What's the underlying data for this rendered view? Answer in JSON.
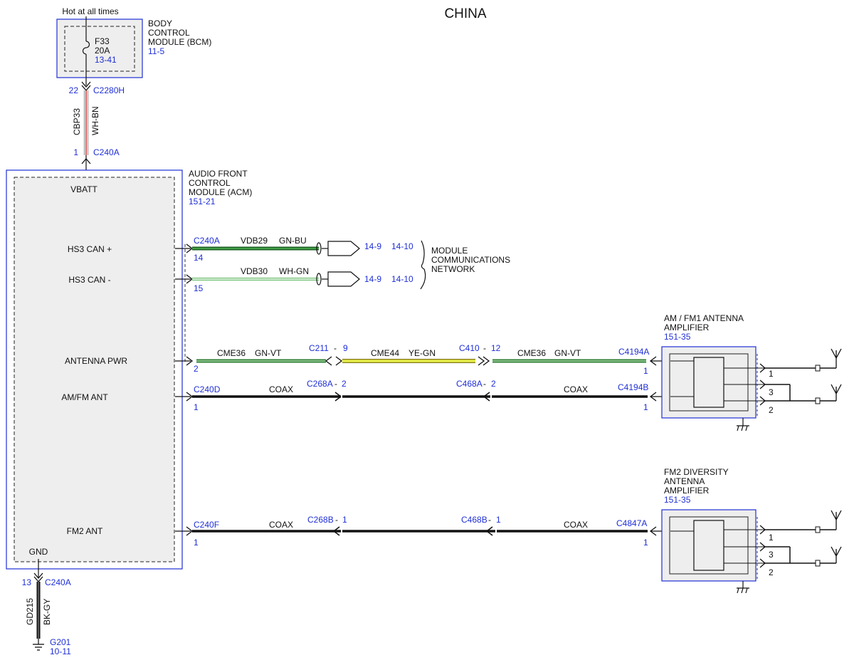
{
  "title": "CHINA",
  "top": {
    "hot_label": "Hot at all times",
    "bcm": {
      "name_lines": [
        "BODY",
        "CONTROL",
        "MODULE (BCM)"
      ],
      "ref": "11-5"
    },
    "fuse": {
      "id": "F33",
      "rating": "20A",
      "ref": "13-41"
    },
    "conn_top": {
      "pin": "22",
      "id": "C2280H"
    },
    "wire": {
      "circuit": "CBP33",
      "color": "WH-BN"
    },
    "conn_bottom": {
      "pin": "1",
      "id": "C240A"
    }
  },
  "acm": {
    "name_lines": [
      "AUDIO FRONT",
      "CONTROL",
      "MODULE (ACM)"
    ],
    "ref": "151-21",
    "pins": {
      "vbatt": "VBATT",
      "hs3_can_plus": "HS3 CAN +",
      "hs3_can_minus": "HS3 CAN -",
      "antenna_pwr": "ANTENNA PWR",
      "amfm_ant": "AM/FM ANT",
      "fm2_ant": "FM2 ANT",
      "gnd": "GND"
    }
  },
  "can": {
    "connector": "C240A",
    "plus": {
      "pin": "14",
      "circuit": "VDB29",
      "color": "GN-BU",
      "ref_a": "14-9",
      "ref_b": "14-10",
      "wire_hex": "#2e7d32"
    },
    "minus": {
      "pin": "15",
      "circuit": "VDB30",
      "color": "WH-GN",
      "ref_a": "14-9",
      "ref_b": "14-10",
      "wire_hex": "#5cb85c"
    },
    "network_lines": [
      "MODULE",
      "COMMUNICATIONS",
      "NETWORK"
    ]
  },
  "antenna_pwr": {
    "start": {
      "id": "C240A",
      "pin": "2"
    },
    "seg1": {
      "circuit": "CME36",
      "color": "GN-VT"
    },
    "inline1": {
      "id": "C211",
      "dash": "-",
      "pin": "9"
    },
    "seg2": {
      "circuit": "CME44",
      "color": "YE-GN"
    },
    "inline2": {
      "id": "C410",
      "dash": "-",
      "pin": "12"
    },
    "seg3": {
      "circuit": "CME36",
      "color": "GN-VT"
    },
    "end": {
      "id": "C4194A",
      "pin": "1"
    },
    "green_hex": "#2e7d32",
    "yellow_hex": "#d4e157"
  },
  "amfm": {
    "start": {
      "id": "C240D",
      "pin": "1"
    },
    "label_left": "COAX",
    "inline1": {
      "id": "C268A",
      "dash": "-",
      "pin": "2"
    },
    "inline2": {
      "id": "C468A",
      "dash": "-",
      "pin": "2"
    },
    "label_right": "COAX",
    "end": {
      "id": "C4194B",
      "pin": "1"
    }
  },
  "amp1": {
    "name_lines": [
      "AM / FM1 ANTENNA",
      "AMPLIFIER"
    ],
    "ref": "151-35",
    "pins": [
      "1",
      "3",
      "2"
    ]
  },
  "fm2": {
    "start": {
      "id": "C240F",
      "pin": "1"
    },
    "label_left": "COAX",
    "inline1": {
      "id": "C268B",
      "dash": "-",
      "pin": "1"
    },
    "inline2": {
      "id": "C468B",
      "dash": "-",
      "pin": "1"
    },
    "label_right": "COAX",
    "end": {
      "id": "C4847A",
      "pin": "1"
    }
  },
  "amp2": {
    "name_lines": [
      "FM2 DIVERSITY",
      "ANTENNA",
      "AMPLIFIER"
    ],
    "ref": "151-35",
    "pins": [
      "1",
      "3",
      "2"
    ]
  },
  "ground": {
    "conn": {
      "pin": "13",
      "id": "C240A"
    },
    "wire": {
      "circuit": "GD215",
      "color": "BK-GY"
    },
    "point": {
      "id": "G201",
      "ref": "10-11"
    }
  },
  "colors": {
    "border_blue": "#1f2fd6",
    "label_blue": "#1f2fd6",
    "module_fill": "#eeeeee"
  }
}
